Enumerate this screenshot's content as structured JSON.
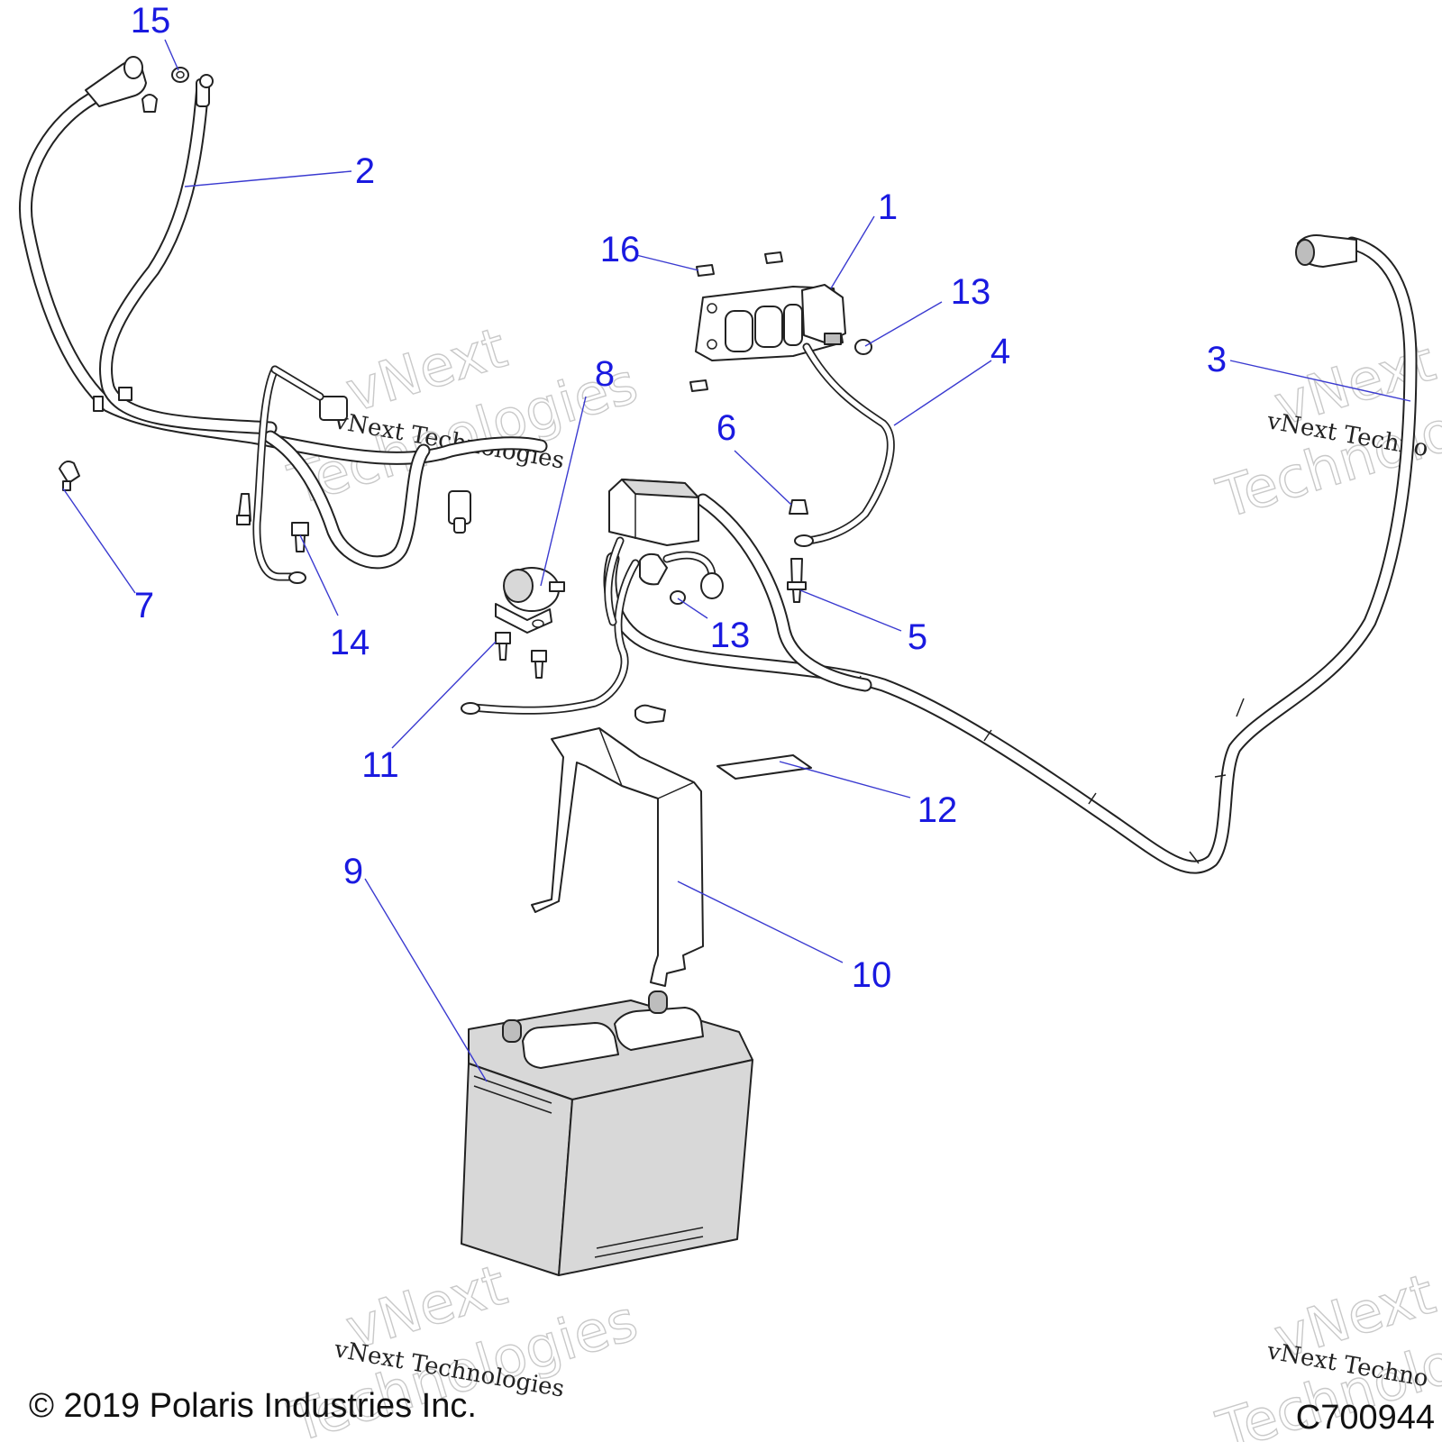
{
  "callouts": [
    {
      "label": "1"
    },
    {
      "label": "2"
    },
    {
      "label": "3"
    },
    {
      "label": "4"
    },
    {
      "label": "5"
    },
    {
      "label": "6"
    },
    {
      "label": "7"
    },
    {
      "label": "8"
    },
    {
      "label": "9"
    },
    {
      "label": "10"
    },
    {
      "label": "11"
    },
    {
      "label": "12"
    },
    {
      "label": "13"
    },
    {
      "label": "13"
    },
    {
      "label": "14"
    },
    {
      "label": "15"
    },
    {
      "label": "16"
    }
  ],
  "watermark": {
    "small": "vNext Technologies",
    "large_line1": "vNext",
    "large_line2": "Technologies",
    "small_partial": "vNext Techno",
    "large_partial_line1": "vNext",
    "large_partial_line2": "Technolo"
  },
  "footer": {
    "copyright": "© 2019 Polaris Industries Inc.",
    "diagram_code": "C700944"
  },
  "colors": {
    "callout": "#1a1ae0",
    "line_art": "#222222",
    "battery_fill": "#d8d8d8"
  }
}
